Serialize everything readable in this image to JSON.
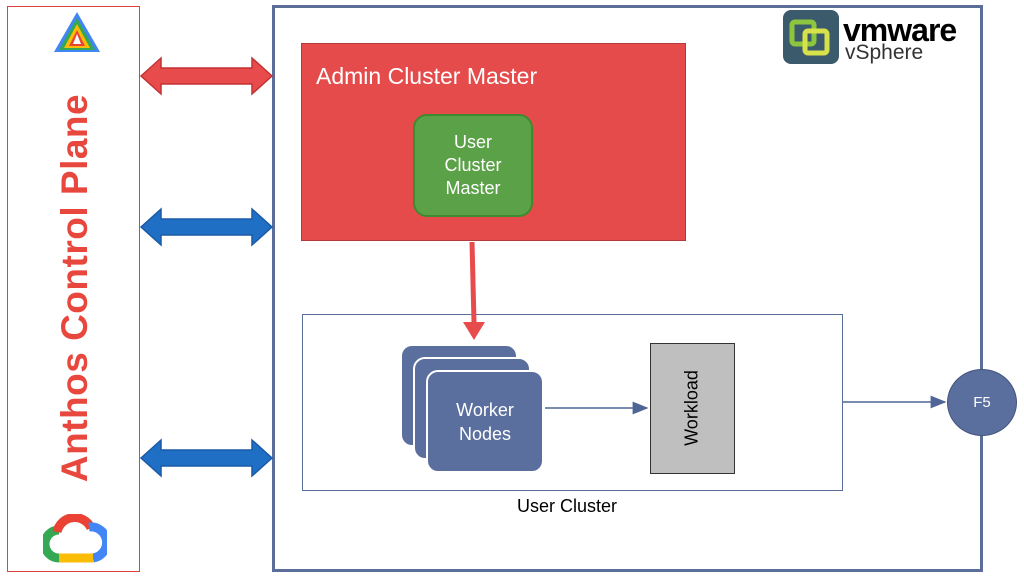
{
  "anthos": {
    "title": "Anthos Control Plane",
    "logo_icon": "anthos-logo-icon",
    "cloud_icon": "google-cloud-icon"
  },
  "vsphere": {
    "brand": "vmware",
    "product": "vSphere",
    "icon": "vmware-logo-icon"
  },
  "admin_cluster": {
    "title": "Admin Cluster Master"
  },
  "user_cluster_master": {
    "label": "User\nCluster\nMaster"
  },
  "user_cluster": {
    "label": "User Cluster"
  },
  "worker_nodes": {
    "label": "Worker\nNodes"
  },
  "workload": {
    "label": "Workload"
  },
  "f5": {
    "label": "F5"
  },
  "colors": {
    "anthos_red": "#e8473e",
    "admin_red": "#e54b4b",
    "master_green": "#5ba147",
    "node_blue": "#5b6f9e",
    "arrow_blue": "#1f6fc5",
    "workload_gray": "#bfbfbf"
  }
}
